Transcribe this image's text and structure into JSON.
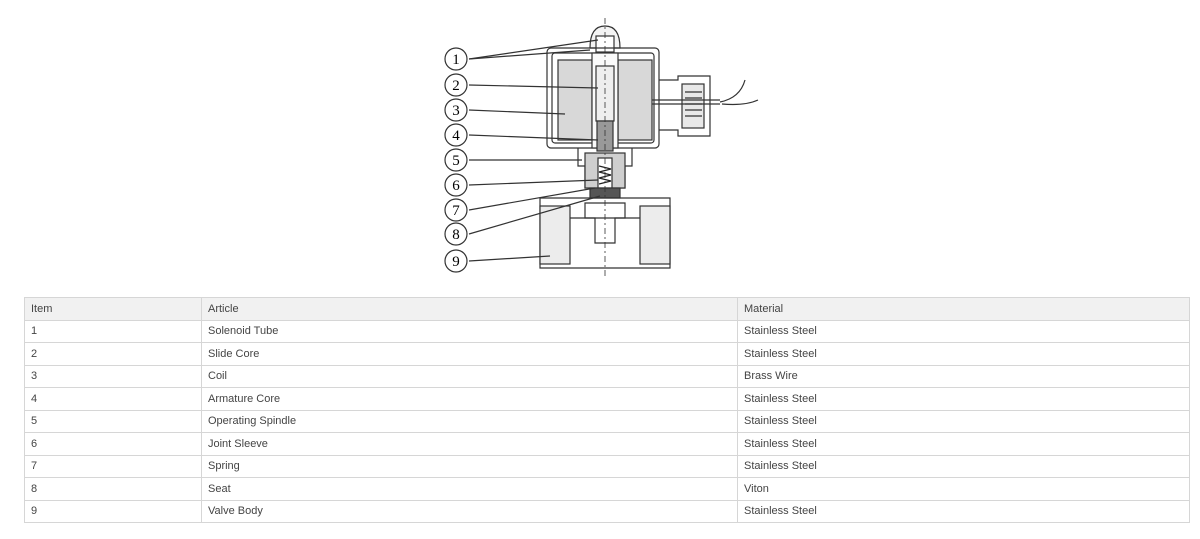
{
  "diagram": {
    "callouts": [
      "1",
      "2",
      "3",
      "4",
      "5",
      "6",
      "7",
      "8",
      "9"
    ]
  },
  "table": {
    "headers": [
      "Item",
      "Article",
      "Material"
    ],
    "rows": [
      [
        "1",
        "Solenoid Tube",
        "Stainless Steel"
      ],
      [
        "2",
        "Slide Core",
        "Stainless Steel"
      ],
      [
        "3",
        "Coil",
        "Brass Wire"
      ],
      [
        "4",
        "Armature Core",
        "Stainless Steel"
      ],
      [
        "5",
        "Operating Spindle",
        "Stainless Steel"
      ],
      [
        "6",
        "Joint Sleeve",
        "Stainless Steel"
      ],
      [
        "7",
        "Spring",
        "Stainless Steel"
      ],
      [
        "8",
        "Seat",
        "Viton"
      ],
      [
        "9",
        "Valve Body",
        "Stainless Steel"
      ]
    ]
  }
}
